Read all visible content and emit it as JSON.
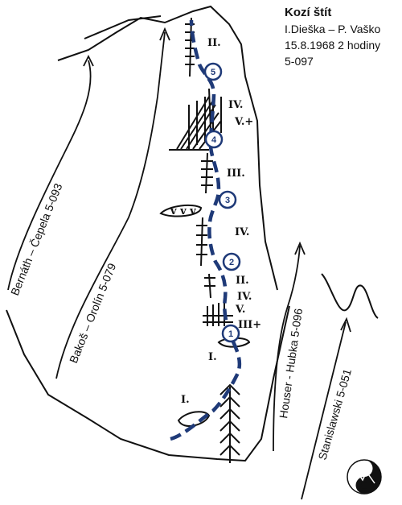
{
  "info": {
    "title": "Kozí štít",
    "authors": "I.Dieška – P. Vaško",
    "date_time": "15.8.1968 2 hodiny",
    "route_number": "5-097"
  },
  "neighbor_routes": [
    {
      "label": "Bernáth – Čepela 5-093"
    },
    {
      "label": "Bakoš – Orolín 5-079"
    },
    {
      "label": "Houser - Hubka 5-096"
    },
    {
      "label": "Stanislawski 5-051"
    }
  ],
  "belays": [
    "1",
    "2",
    "3",
    "4",
    "5"
  ],
  "grades": [
    "II.",
    "IV.",
    "V.+",
    "III.",
    "IV.",
    "II.",
    "IV.",
    "V.",
    "III+",
    "I.",
    "I."
  ],
  "colors": {
    "route": "#1f3a78",
    "ink": "#111111",
    "background": "#ffffff"
  }
}
